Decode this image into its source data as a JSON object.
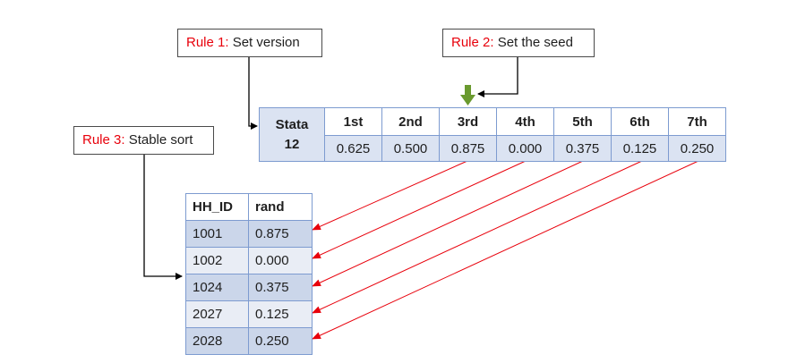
{
  "rules": [
    {
      "tag": "Rule 1:",
      "text": "Set version"
    },
    {
      "tag": "Rule 2:",
      "text": "Set the seed"
    },
    {
      "tag": "Rule 3:",
      "text": "Stable sort"
    }
  ],
  "stata": {
    "label_line1": "Stata",
    "label_line2": "12",
    "orders": [
      "1st",
      "2nd",
      "3rd",
      "4th",
      "5th",
      "6th",
      "7th"
    ],
    "values": [
      "0.625",
      "0.500",
      "0.875",
      "0.000",
      "0.375",
      "0.125",
      "0.250"
    ]
  },
  "household": {
    "headers": [
      "HH_ID",
      "rand"
    ],
    "rows": [
      {
        "id": "1001",
        "rand": "0.875"
      },
      {
        "id": "1002",
        "rand": "0.000"
      },
      {
        "id": "1024",
        "rand": "0.375"
      },
      {
        "id": "2027",
        "rand": "0.125"
      },
      {
        "id": "2028",
        "rand": "0.250"
      }
    ]
  },
  "colors": {
    "rule_tag": "#e8000b",
    "seed_arrow": "#6a9a2f",
    "link_arrow": "#e8000b",
    "connector": "#000000",
    "table_border": "#7d9bd0"
  }
}
